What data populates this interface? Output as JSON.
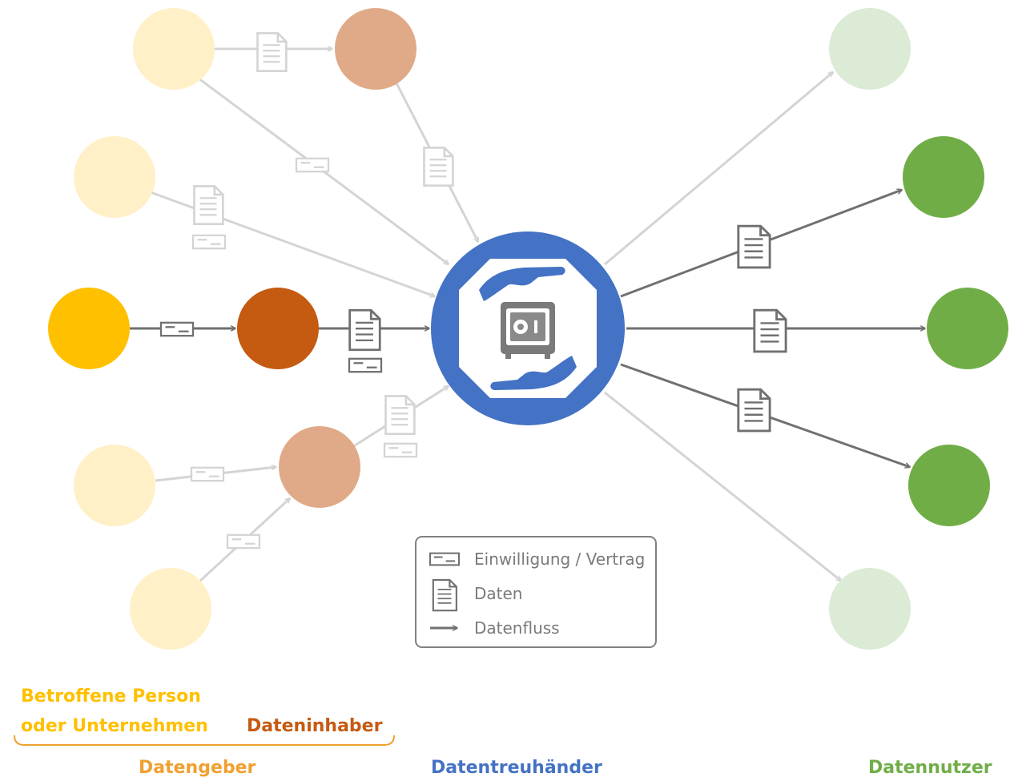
{
  "colors": {
    "person_full": "#FFC000",
    "person_faded": "#FFF0C8",
    "holder_full": "#C55A11",
    "holder_faded": "#E0AA88",
    "user_full": "#70AD47",
    "user_faded": "#DCEBD6",
    "trustee": "#4472C4",
    "arrow_full": "#707070",
    "arrow_faded": "#D4D4D4"
  },
  "legend": {
    "items": [
      {
        "icon": "contract-icon",
        "label": "Einwilligung / Vertrag"
      },
      {
        "icon": "document-icon",
        "label": "Daten"
      },
      {
        "icon": "arrow-icon",
        "label": "Datenfluss"
      }
    ]
  },
  "labels": {
    "person_line1": "Betroffene Person",
    "person_line2": "oder Unternehmen",
    "holder": "Dateninhaber",
    "datengeber": "Datengeber",
    "treuhaender": "Datentreuhänder",
    "nutzer": "Datennutzer"
  },
  "center_icon": "safe-in-hands-icon"
}
